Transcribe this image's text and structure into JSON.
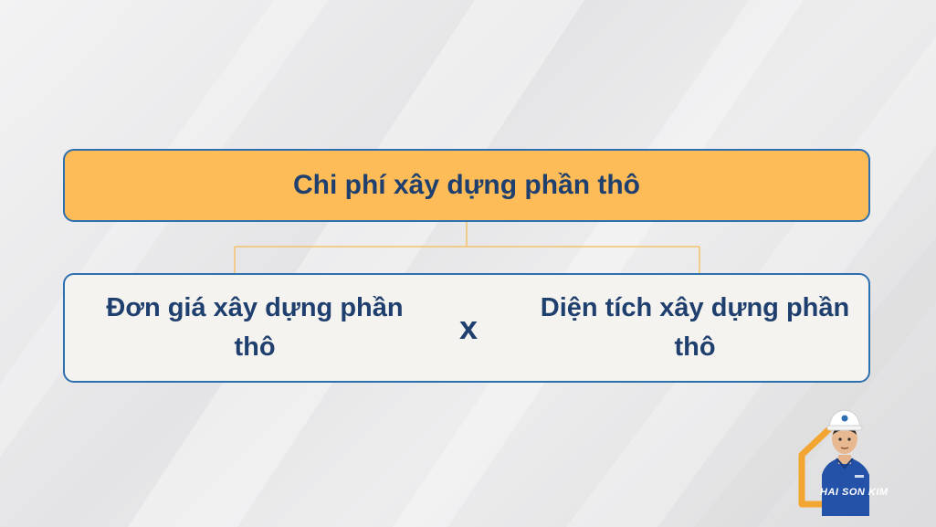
{
  "diagram": {
    "result": "Chi phí xây dựng phần thô",
    "operand_left": "Đơn giá xây dựng phần thô",
    "operator": "x",
    "operand_right": "Diện tích xây dựng phần thô"
  },
  "logo": {
    "text": "HAI SON KIM",
    "icon": "worker-mascot-icon"
  },
  "colors": {
    "accent_orange": "#fdbc57",
    "border_blue": "#2e6fb0",
    "text_navy": "#1f3f6e",
    "connector": "#f3c26b"
  }
}
